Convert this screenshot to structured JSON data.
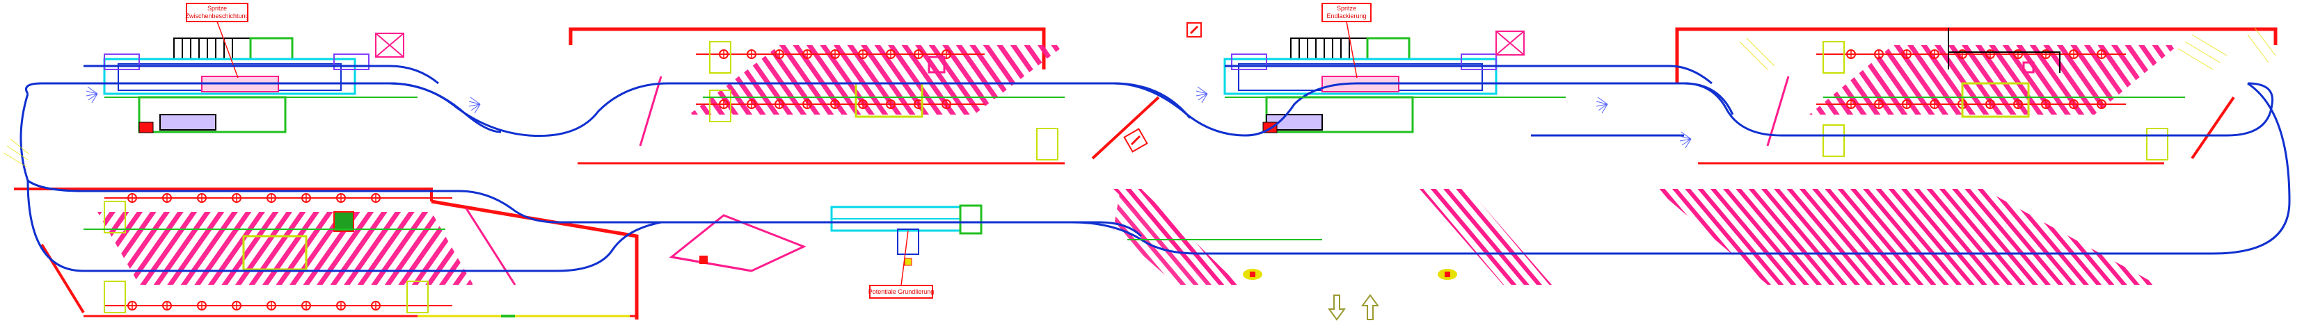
{
  "diagram": {
    "callouts": [
      {
        "id": "c1",
        "lines": [
          "Spritze",
          "Zwischenbeschichtung"
        ]
      },
      {
        "id": "c2",
        "lines": [
          "Spritze",
          "Endlackierung"
        ]
      },
      {
        "id": "c3",
        "lines": [
          "Potentiale Grundlierung"
        ]
      }
    ],
    "colors": {
      "track": "#1030d0",
      "hatch": "#ff1c8c",
      "wall": "#ff1010",
      "green": "#20c020",
      "cyan": "#00d8e8",
      "yellow": "#e8e000",
      "arrow": "#9a9a30"
    },
    "legend_arrows": [
      {
        "name": "down-arrow-icon",
        "direction": "down"
      },
      {
        "name": "up-arrow-icon",
        "direction": "up"
      }
    ]
  }
}
